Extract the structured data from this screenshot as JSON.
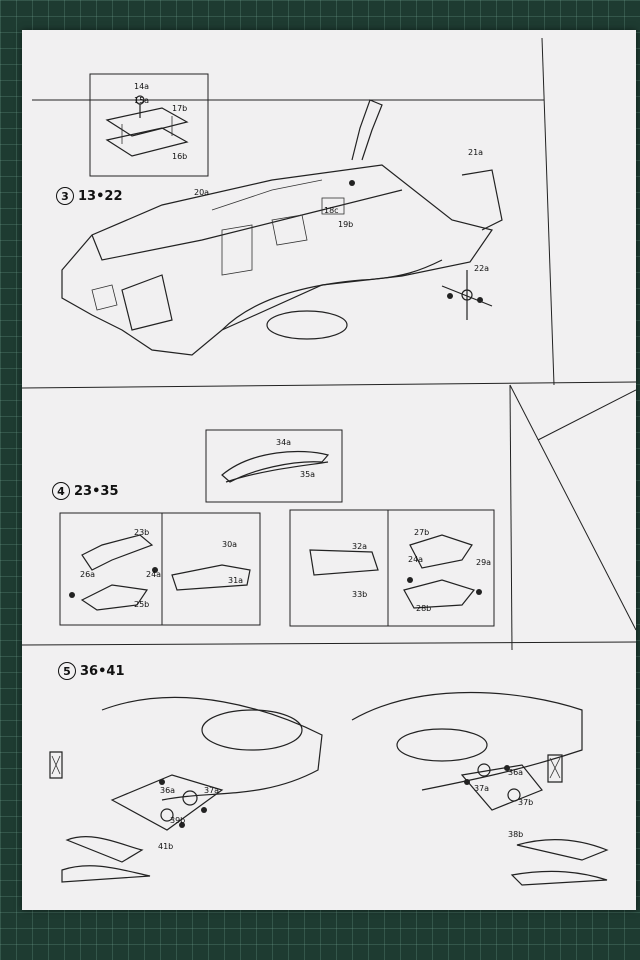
{
  "steps": [
    {
      "number": "3",
      "range": "13•22"
    },
    {
      "number": "4",
      "range": "23•35"
    },
    {
      "number": "5",
      "range": "36•41"
    }
  ],
  "parts": {
    "p14a": "14a",
    "p15a": "15a",
    "p17b": "17b",
    "p16b": "16b",
    "p20a": "20a",
    "p18c": "18c",
    "p19b": "19b",
    "p21a": "21a",
    "p22a": "22a",
    "p34a": "34a",
    "p35a": "35a",
    "p23b": "23b",
    "p26a": "26a",
    "p24a": "24a",
    "p25b": "25b",
    "p30a": "30a",
    "p31a": "31a",
    "p32a": "32a",
    "p33b": "33b",
    "p27b": "27b",
    "p29a": "29a",
    "p28b": "28b",
    "p36a_l": "36a",
    "p37a_l": "37a",
    "p39b_l": "39b",
    "p41b_l": "41b",
    "p36a_r": "36a",
    "p37a_r": "37a",
    "p37b_r": "37b",
    "p38b_r": "38b"
  },
  "colors": {
    "mat": "#1e3b31",
    "paper": "#f1f0f1",
    "ink": "#222222"
  }
}
